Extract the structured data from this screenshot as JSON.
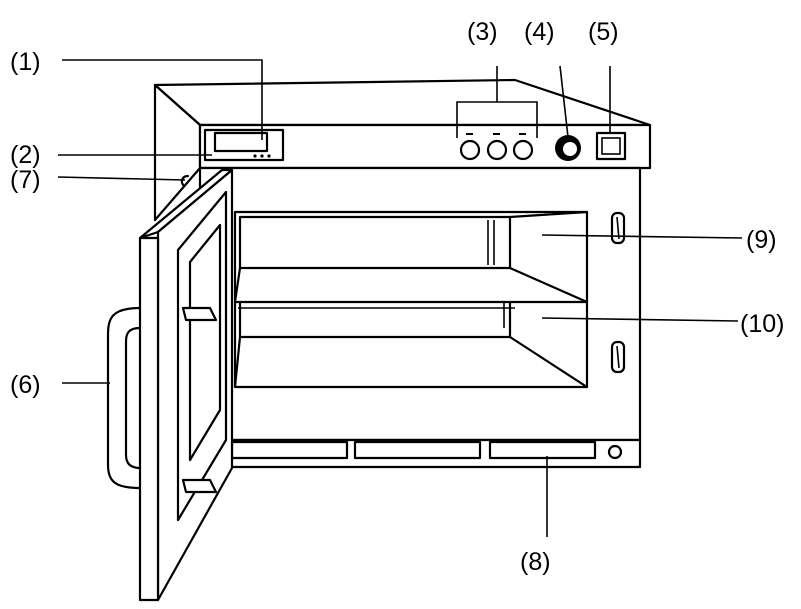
{
  "labels": {
    "l1": "(1)",
    "l2": "(2)",
    "l3": "(3)",
    "l4": "(4)",
    "l5": "(5)",
    "l6": "(6)",
    "l7": "(7)",
    "l8": "(8)",
    "l9": "(9)",
    "l10": "(10)"
  }
}
